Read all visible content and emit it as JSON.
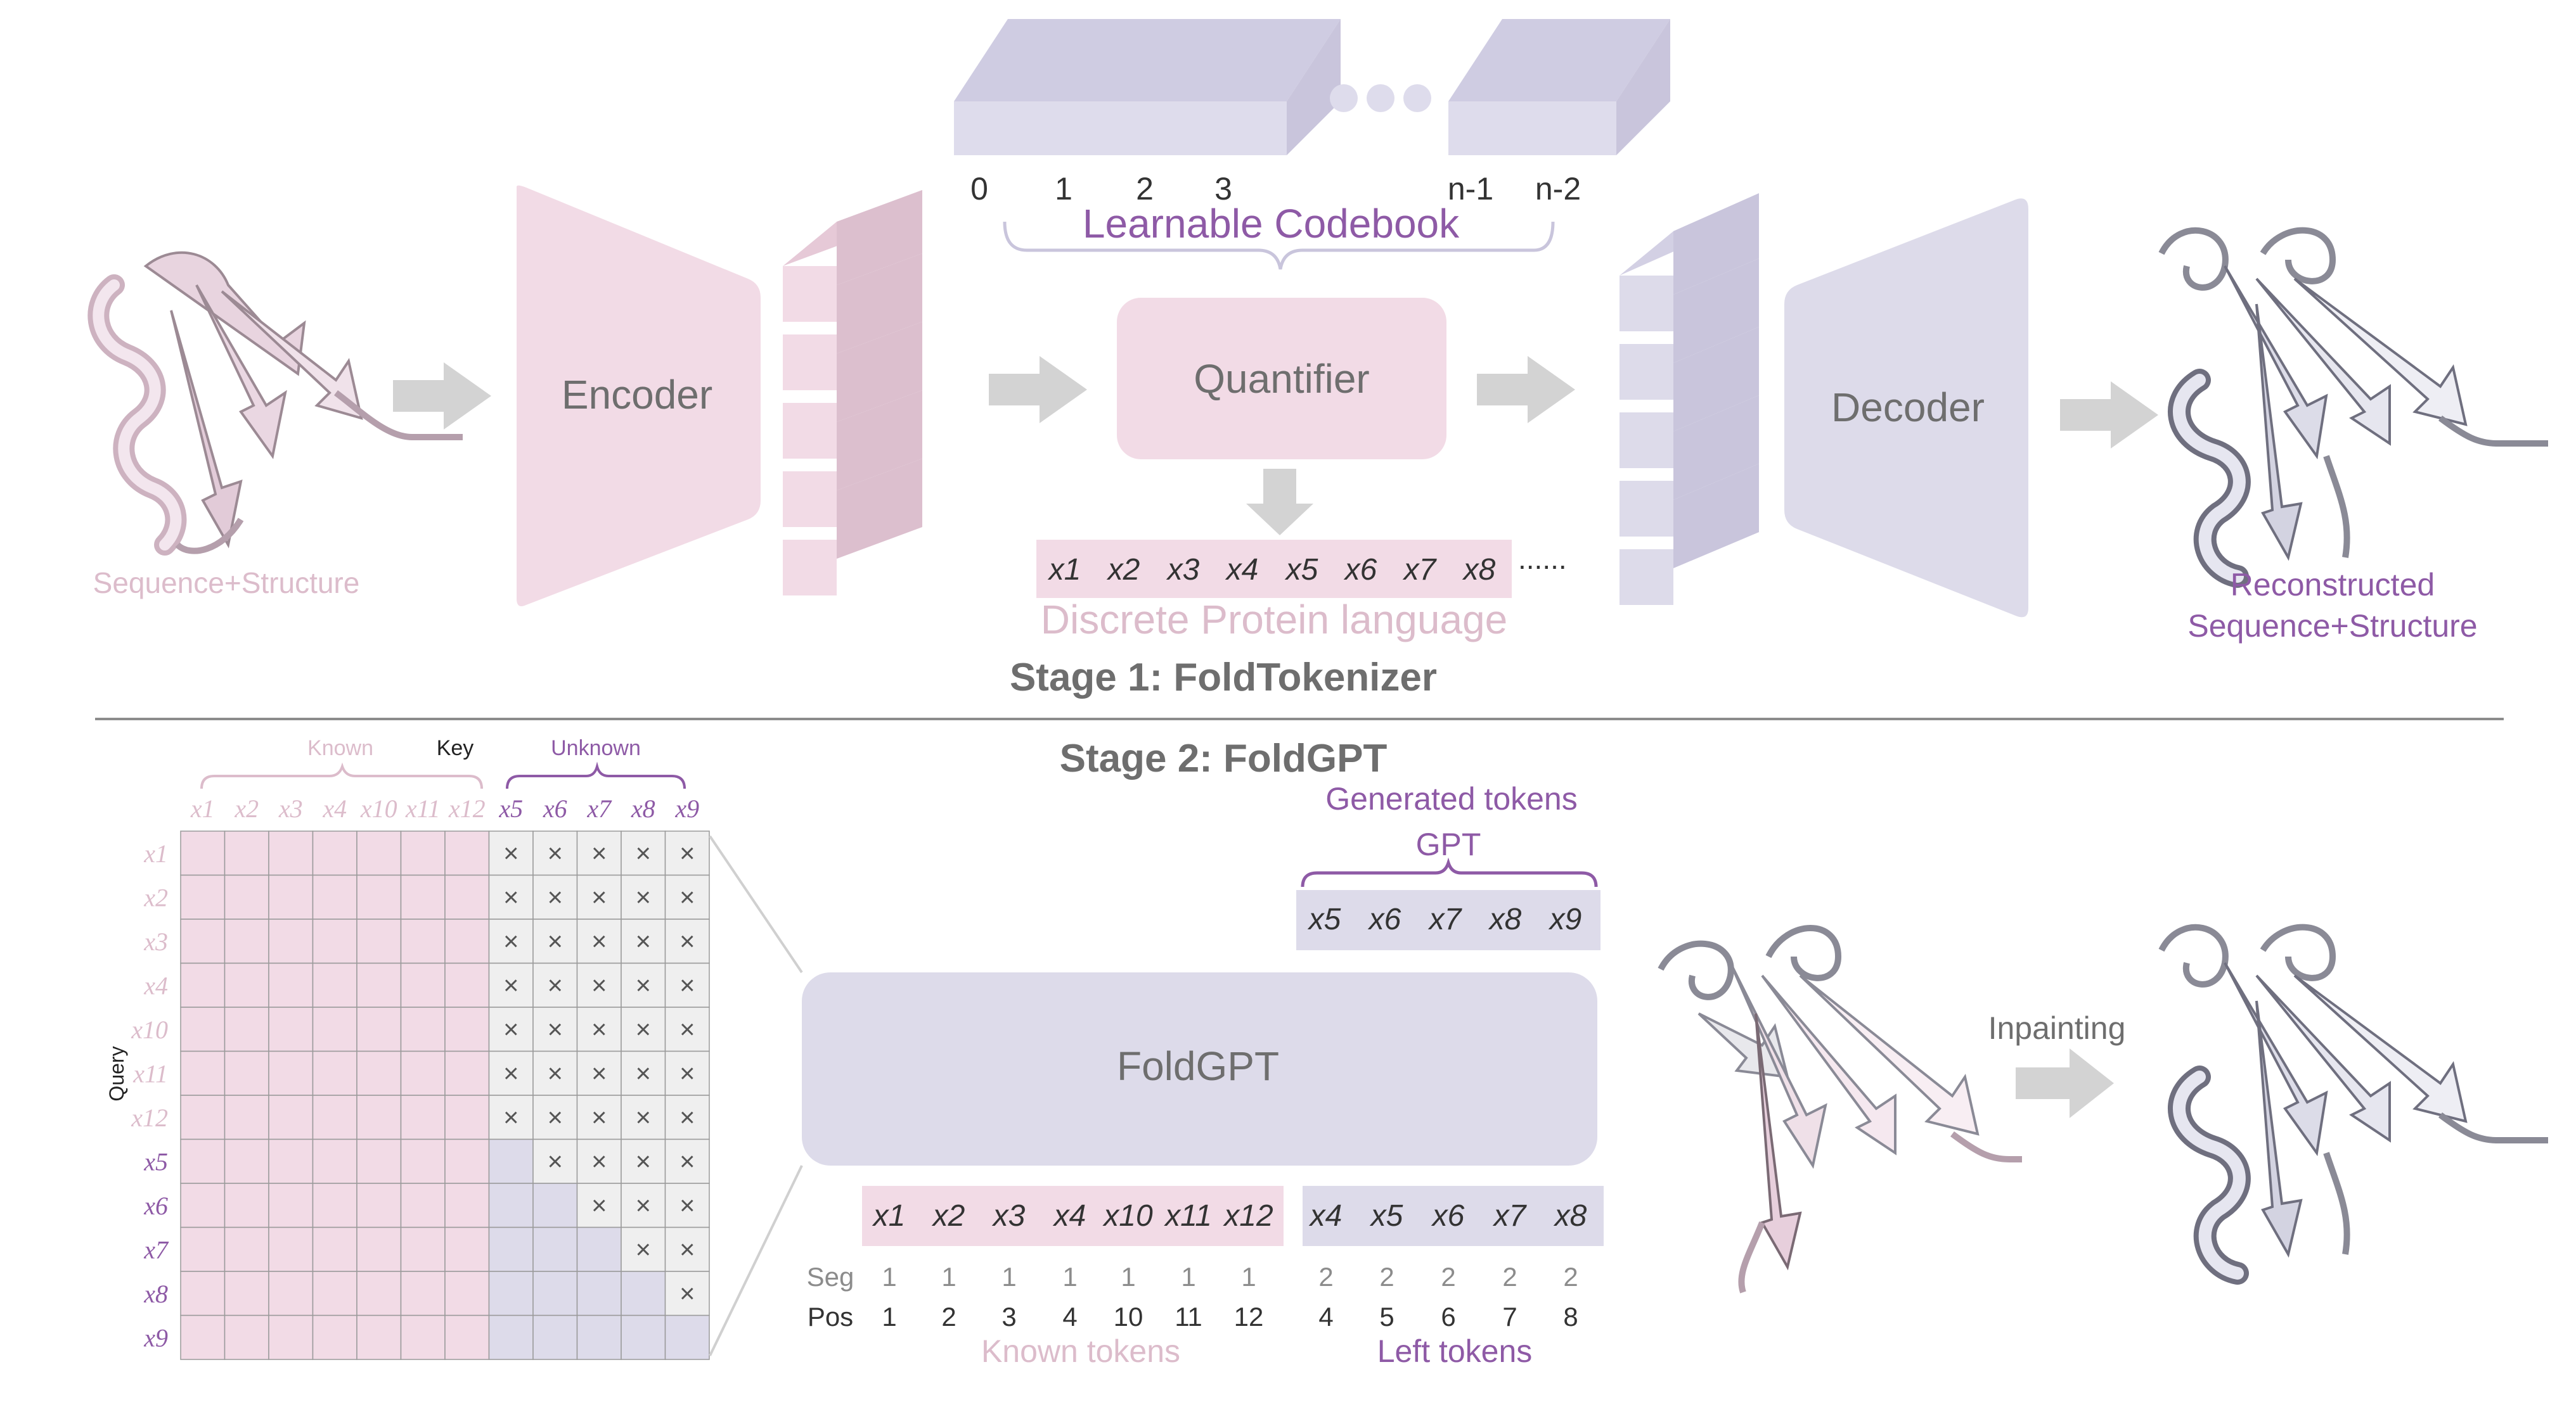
{
  "colors": {
    "pink": "#f2dbe6",
    "pink_dark": "#dcbfce",
    "lavender": "#dddbea",
    "lavender_dark": "#c9c5dc",
    "purple_text": "#8e5aa6",
    "pink_text": "#dcbccb",
    "gray_text": "#6e6e6e",
    "arrow": "#d3d3d3",
    "grid_light": "#efefef"
  },
  "stage1": {
    "title": "Stage 1: FoldTokenizer",
    "input_label": "Sequence+Structure",
    "encoder_label": "Encoder",
    "quantifier_label": "Quantifier",
    "decoder_label": "Decoder",
    "codebook_label": "Learnable Codebook",
    "codebook_indices": [
      "0",
      "1",
      "2",
      "3",
      "n-1",
      "n-2"
    ],
    "language_label": "Discrete Protein language",
    "language_tokens": [
      "x1",
      "x2",
      "x3",
      "x4",
      "x5",
      "x6",
      "x7",
      "x8"
    ],
    "language_ellipsis": "......",
    "output_label_line1": "Reconstructed",
    "output_label_line2": "Sequence+Structure"
  },
  "stage2": {
    "title": "Stage 2: FoldGPT",
    "model_label": "FoldGPT",
    "generated_label": "Generated tokens",
    "gpt_label": "GPT",
    "generated_tokens": [
      "x5",
      "x6",
      "x7",
      "x8",
      "x9"
    ],
    "known_tokens": [
      "x1",
      "x2",
      "x3",
      "x4",
      "x10",
      "x11",
      "x12"
    ],
    "left_tokens": [
      "x4",
      "x5",
      "x6",
      "x7",
      "x8"
    ],
    "seg_label": "Seg",
    "pos_label": "Pos",
    "known_seg": [
      "1",
      "1",
      "1",
      "1",
      "1",
      "1",
      "1"
    ],
    "known_pos": [
      "1",
      "2",
      "3",
      "4",
      "10",
      "11",
      "12"
    ],
    "left_seg": [
      "2",
      "2",
      "2",
      "2",
      "2"
    ],
    "left_pos": [
      "4",
      "5",
      "6",
      "7",
      "8"
    ],
    "known_tokens_label": "Known tokens",
    "left_tokens_label": "Left tokens",
    "inpainting_label": "Inpainting"
  },
  "matrix": {
    "known_label": "Known",
    "key_label": "Key",
    "unknown_label": "Unknown",
    "query_label": "Query",
    "col_tokens": [
      "x1",
      "x2",
      "x3",
      "x4",
      "x10",
      "x11",
      "x12",
      "x5",
      "x6",
      "x7",
      "x8",
      "x9"
    ],
    "row_tokens": [
      "x1",
      "x2",
      "x3",
      "x4",
      "x10",
      "x11",
      "x12",
      "x5",
      "x6",
      "x7",
      "x8",
      "x9"
    ],
    "known_count": 7,
    "mask_symbol": "×"
  }
}
